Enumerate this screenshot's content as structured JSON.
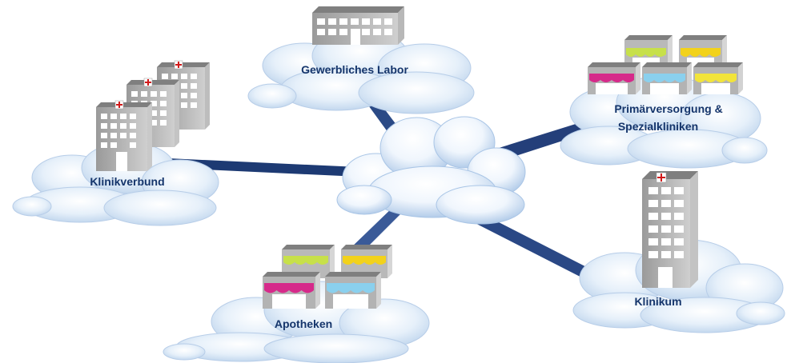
{
  "nodes": {
    "labor": {
      "label": "Gewerbliches Labor"
    },
    "primaer": {
      "label_line1": "Primärversorgung &",
      "label_line2": "Spezialkliniken"
    },
    "klinikverbund": {
      "label": "Klinikverbund"
    },
    "klinikum": {
      "label": "Klinikum"
    },
    "apotheken": {
      "label": "Apotheken"
    }
  },
  "colors": {
    "connector": "#1f3f7c",
    "cloud_fill": "#d7e6f6",
    "cloud_edge": "#b7cde8",
    "label": "#15356b",
    "awning_green": "#c7e04a",
    "awning_yellow": "#f2d21b",
    "awning_magenta": "#d62a8a",
    "awning_cyan": "#8ad0ee",
    "red_cross": "#d11a1a"
  }
}
